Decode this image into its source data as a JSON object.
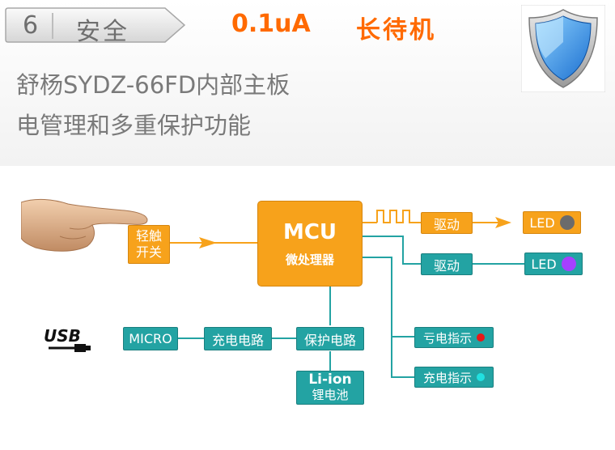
{
  "header": {
    "number": "6",
    "tag": "安全",
    "power": "0.1uA",
    "standby": "长待机",
    "line1": "舒杨SYDZ-66FD内部主板",
    "line2": "电管理和多重保护功能"
  },
  "diagram": {
    "touch_line1": "轻触",
    "touch_line2": "开关",
    "mcu_title": "MCU",
    "mcu_sub": "微处理器",
    "drive1": "驱动",
    "drive2": "驱动",
    "led1": "LED",
    "led2": "LED",
    "micro": "MICRO",
    "charge_circuit": "充电电路",
    "protect_circuit": "保护电路",
    "battery_line1": "Li-ion",
    "battery_line2": "锂电池",
    "low_power": "亏电指示",
    "charging": "充电指示",
    "usb_logo": "USB"
  },
  "colors": {
    "orange": "#f7a21b",
    "teal": "#23a3a3",
    "title_orange": "#ff6a00",
    "led1_dot": "#6b6b6b",
    "led2_dot": "#a640ff",
    "low_dot": "#e81818",
    "charge_dot": "#21e0e0"
  },
  "icons": [
    "shield-icon",
    "hand-icon",
    "usb-icon",
    "arrow-icon",
    "square-wave-icon"
  ]
}
